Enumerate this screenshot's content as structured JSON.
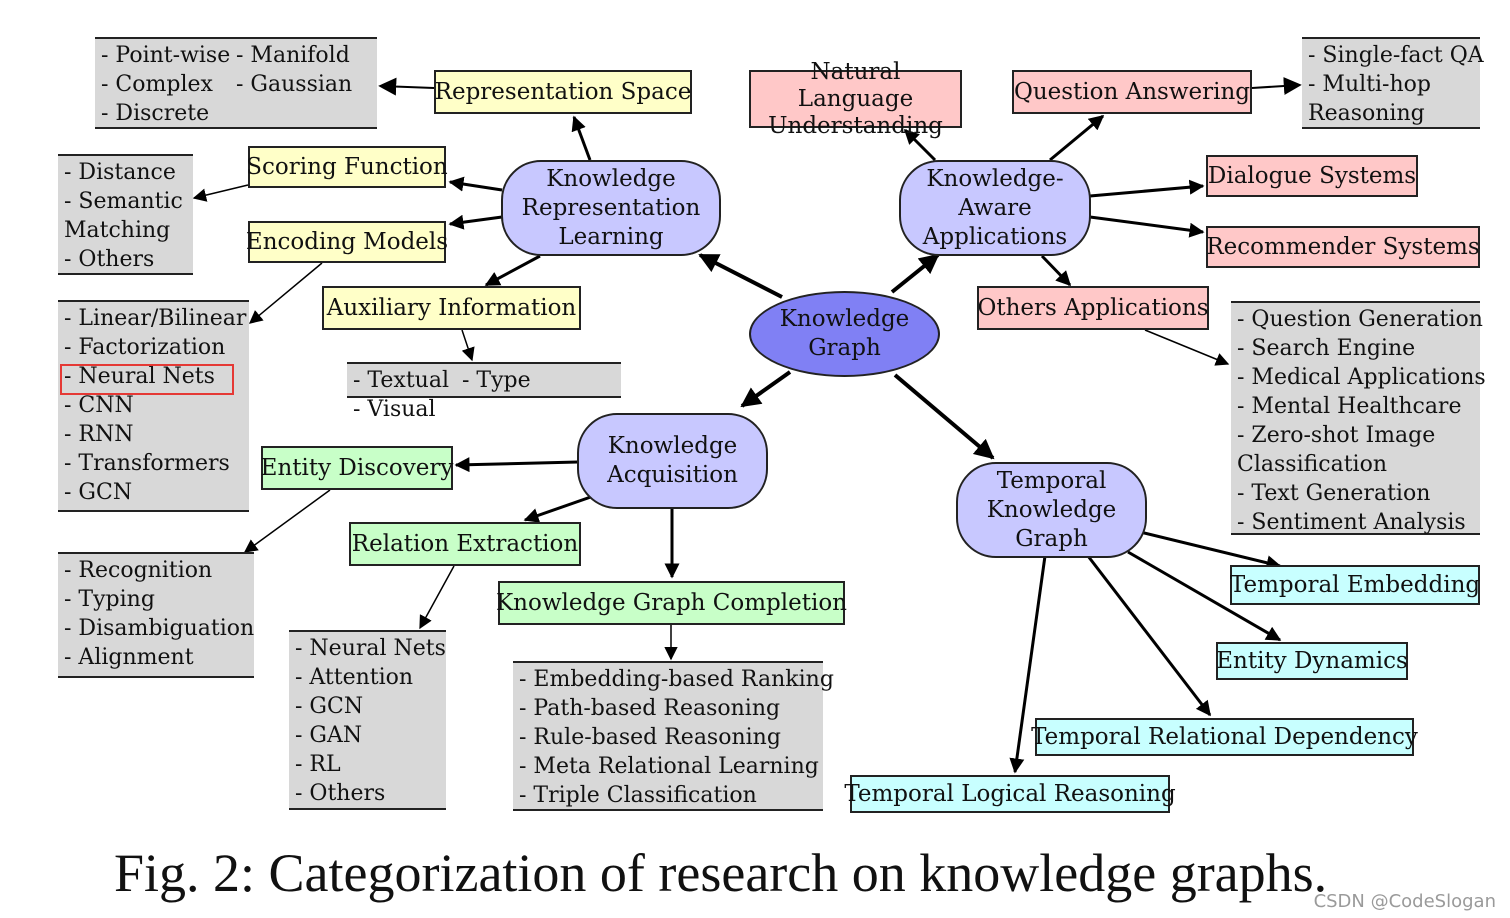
{
  "caption": "Fig. 2: Categorization of research on knowledge graphs.",
  "watermark": "CSDN @CodeSlogan",
  "colors": {
    "root": "#8080f4",
    "category": "#c8c8ff",
    "representation": "#ffffc8",
    "applications": "#ffc8c8",
    "acquisition": "#c8ffc8",
    "temporal": "#c8ffff",
    "list": "#d8d8d8",
    "highlight": "#e53935"
  },
  "nodes": {
    "root": "Knowledge\nGraph",
    "krl": "Knowledge\nRepresentation\nLearning",
    "kaa": "Knowledge-\nAware\nApplications",
    "ka": "Knowledge\nAcquisition",
    "tkg": "Temporal\nKnowledge\nGraph"
  },
  "representation": {
    "space": "Representation Space",
    "scoring": "Scoring Function",
    "encoding": "Encoding Models",
    "auxiliary": "Auxiliary Information",
    "space_list": [
      "- Point-wise",
      "- Manifold",
      "- Complex",
      "- Gaussian",
      "- Discrete"
    ],
    "scoring_list": [
      "- Distance",
      "- Semantic",
      "Matching",
      "- Others"
    ],
    "encoding_list": [
      "- Linear/Bilinear",
      "- Factorization",
      "- Neural Nets",
      "- CNN",
      "- RNN",
      "- Transformers",
      "- GCN"
    ],
    "auxiliary_list": [
      "- Textual",
      "- Type",
      "- Visual"
    ]
  },
  "applications": {
    "nlu": "Natural Language\nUnderstanding",
    "qa": "Question Answering",
    "dialogue": "Dialogue Systems",
    "recommender": "Recommender Systems",
    "others": "Others Applications",
    "qa_list": [
      "- Single-fact QA",
      "- Multi-hop",
      "Reasoning"
    ],
    "others_list": [
      "- Question Generation",
      "- Search Engine",
      "- Medical Applications",
      "- Mental Healthcare",
      "- Zero-shot Image",
      "Classification",
      "- Text Generation",
      "- Sentiment Analysis"
    ]
  },
  "acquisition": {
    "entity": "Entity Discovery",
    "relation": "Relation Extraction",
    "kgc": "Knowledge Graph Completion",
    "entity_list": [
      "- Recognition",
      "- Typing",
      "- Disambiguation",
      "- Alignment"
    ],
    "relation_list": [
      "- Neural Nets",
      "- Attention",
      "- GCN",
      "- GAN",
      "- RL",
      "- Others"
    ],
    "kgc_list": [
      "- Embedding-based Ranking",
      "- Path-based Reasoning",
      "- Rule-based Reasoning",
      "- Meta Relational Learning",
      "- Triple Classification"
    ]
  },
  "temporal": {
    "embedding": "Temporal Embedding",
    "dynamics": "Entity Dynamics",
    "dependency": "Temporal Relational Dependency",
    "logical": "Temporal Logical Reasoning"
  }
}
